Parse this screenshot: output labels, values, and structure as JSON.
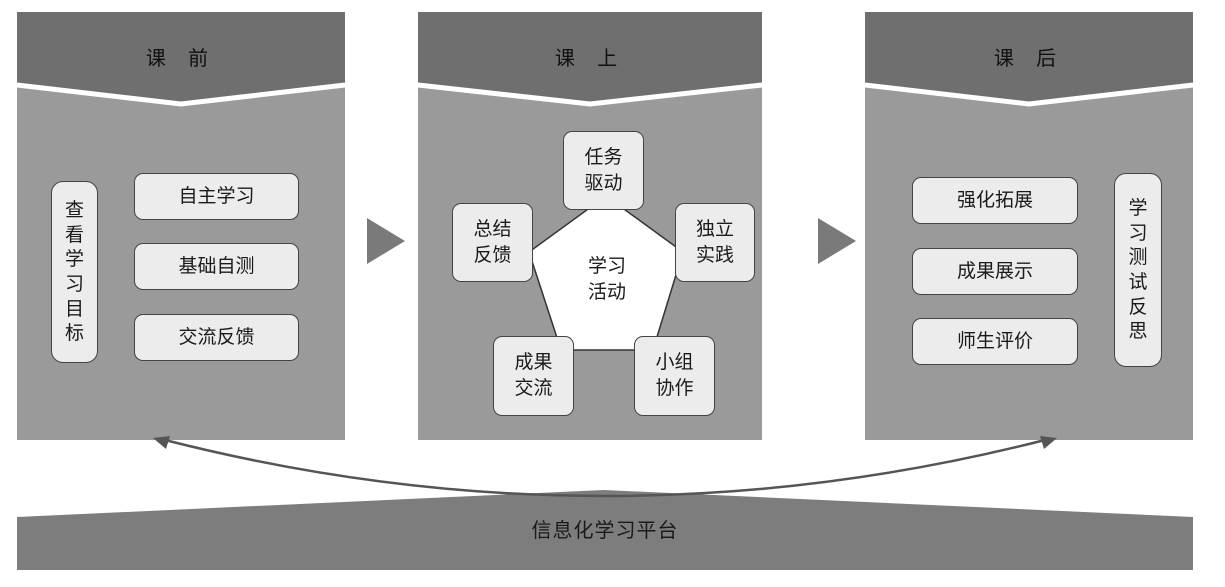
{
  "colors": {
    "panel": "#9a9a9a",
    "header": "#6f6f6f",
    "arrow": "#7a7a7a",
    "pill_fill": "#ececec",
    "outline": "#444444",
    "platform": "#7d7d7d"
  },
  "stages": {
    "pre": {
      "title": "课 前",
      "vertical_pill": "查看学习目标",
      "pills": [
        "自主学习",
        "基础自测",
        "交流反馈"
      ]
    },
    "in": {
      "title": "课 上",
      "center": "学习活动",
      "nodes": {
        "top": "任务驱动",
        "right": "独立实践",
        "bottom_right": "小组协作",
        "bottom_left": "成果交流",
        "left": "总结反馈"
      }
    },
    "post": {
      "title": "课 后",
      "pills": [
        "强化拓展",
        "成果展示",
        "师生评价"
      ],
      "vertical_pill": "学习测试反思"
    }
  },
  "platform": {
    "label": "信息化学习平台"
  }
}
